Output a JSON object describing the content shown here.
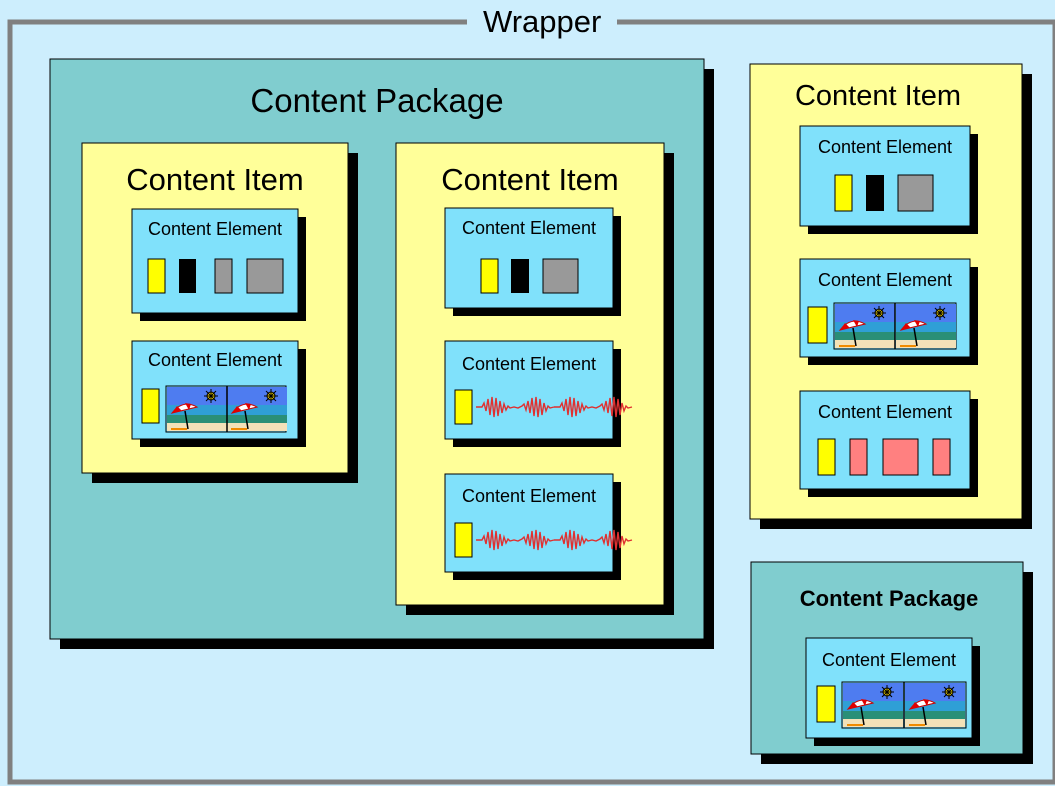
{
  "wrapper": {
    "label": "Wrapper"
  },
  "main_package": {
    "label": "Content Package",
    "items": [
      {
        "label": "Content Item",
        "elements": [
          {
            "label": "Content Element",
            "kind": "blocks"
          },
          {
            "label": "Content Element",
            "kind": "images"
          }
        ]
      },
      {
        "label": "Content Item",
        "elements": [
          {
            "label": "Content Element",
            "kind": "blocks"
          },
          {
            "label": "Content Element",
            "kind": "wave"
          },
          {
            "label": "Content Element",
            "kind": "wave"
          }
        ]
      }
    ]
  },
  "side_item": {
    "label": "Content Item",
    "elements": [
      {
        "label": "Content Element",
        "kind": "blocks"
      },
      {
        "label": "Content Element",
        "kind": "images"
      },
      {
        "label": "Content Element",
        "kind": "pink-blocks"
      }
    ]
  },
  "small_package": {
    "label": "Content Package",
    "elements": [
      {
        "label": "Content Element",
        "kind": "images"
      }
    ]
  },
  "colors": {
    "background": "#cdeefd",
    "frame": "#808080",
    "package": "#80cdcf",
    "item": "#ffff99",
    "element": "#80e1fb",
    "yellow": "#ffff00",
    "black": "#000000",
    "gray": "#999999",
    "pink": "#ff8080",
    "wave": "#e03030"
  }
}
